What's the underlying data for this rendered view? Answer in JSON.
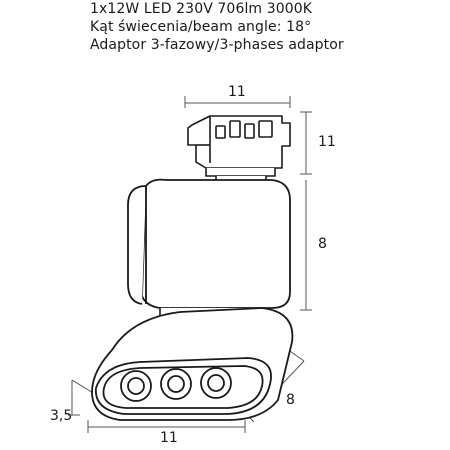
{
  "specs": {
    "line1": "1x12W LED 230V 706lm 3000K",
    "line2": "Kąt świecenia/beam angle: 18°",
    "line3": "Adaptor 3-fazowy/3-phases adaptor"
  },
  "dimensions": {
    "top_width": "11",
    "adaptor_height": "11",
    "body_height": "8",
    "head_depth": "8",
    "head_height": "3,5",
    "head_width": "11"
  },
  "colors": {
    "line": "#1a1a1a",
    "dim_line": "#555555",
    "background": "#ffffff"
  }
}
